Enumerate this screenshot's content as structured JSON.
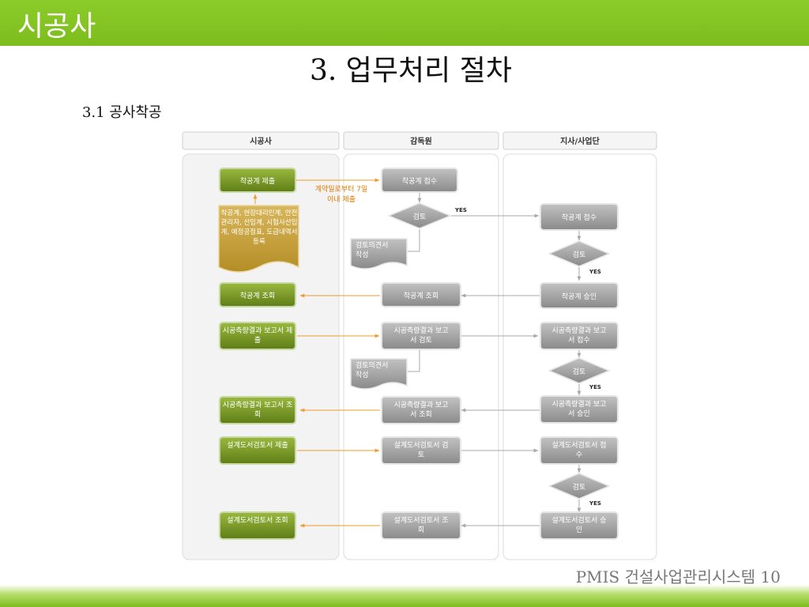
{
  "header": {
    "title": "시공사"
  },
  "slide": {
    "title": "3. 업무처리 절차",
    "section": "3.1 공사착공"
  },
  "footer": {
    "text": "PMIS 건설사업관리시스템 10"
  },
  "colors": {
    "header_green": "#8ccc2a",
    "node_green": "#6f8f22",
    "node_gray": "#9c9c9c",
    "note_tan": "#c9a43a",
    "arrow_orange": "#f39a2d",
    "arrow_gray": "#b5b5b5"
  },
  "lanes": [
    "시공사",
    "감독원",
    "지사/사업단"
  ],
  "nodes": {
    "c_submit": "착공계 제출",
    "c_docs": "착공계, 현장대리인계, 안전관리자, 선임계, 시험사선임계, 예정공정표, 도급내역서 등록",
    "s_receive": "착공계 접수",
    "s_review": "검토",
    "s_opinion": "검토의견서 작성",
    "deadline": "계약일로부터 7일이내 제출",
    "b_receive": "착공계 접수",
    "b_review": "검토",
    "c_view": "착공계 조회",
    "s_view": "착공계 조회",
    "b_approve": "착공계 승인",
    "c_survey_submit": "시공측량결과 보고서 제출",
    "s_survey_review": "시공측량결과 보고서 검토",
    "b_survey_receive": "시공측량결과 보고서 접수",
    "s_opinion2": "검토의견서 작성",
    "b_review2": "검토",
    "c_survey_view": "시공측량결과 보고서 조회",
    "s_survey_view": "시공측량결과 보고서 조회",
    "b_survey_approve": "시공측량결과 보고서 승인",
    "c_design_submit": "설계도서검토서 제출",
    "s_design_review": "설계도서검토서 검토",
    "b_design_receive": "설계도서검토서 접수",
    "b_review3": "검토",
    "c_design_view": "설계도서검토서 조회",
    "s_design_view": "설계도서검토서 조회",
    "b_design_approve": "설계도서검토서 승인"
  },
  "yes_labels": [
    "YES",
    "YES",
    "YES",
    "YES"
  ]
}
